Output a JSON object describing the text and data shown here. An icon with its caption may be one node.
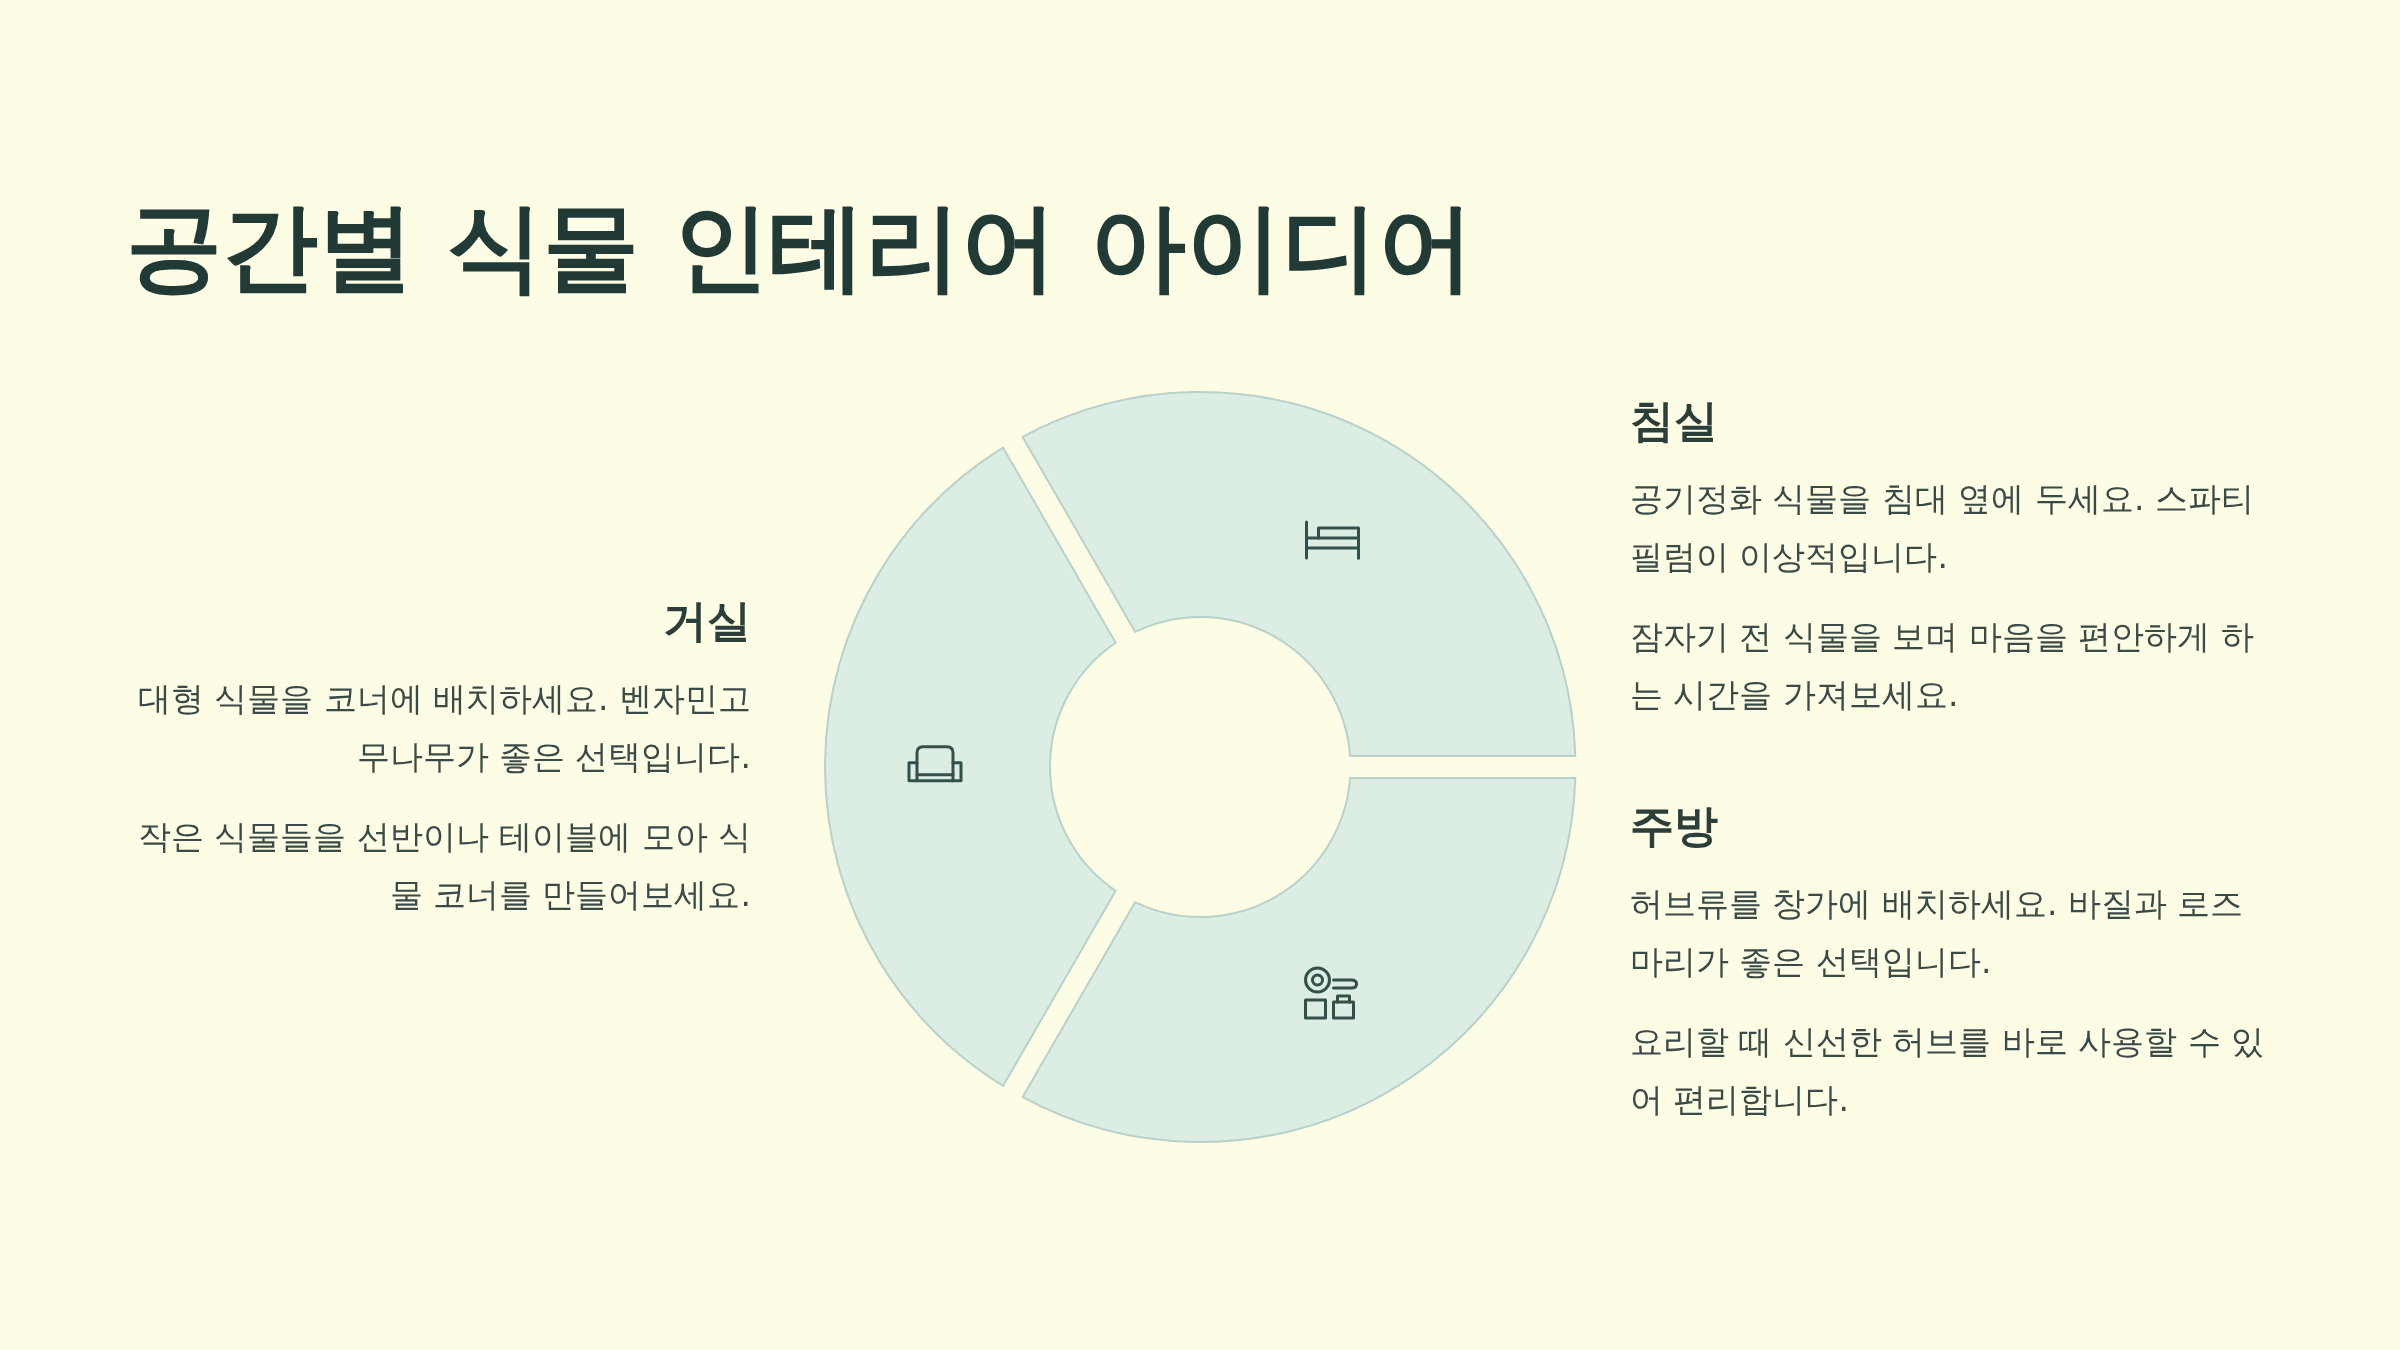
{
  "diagram": {
    "title": "공간별 식물 인테리어 아이디어",
    "nodes": [
      {
        "text": [],
        "shape": "arc",
        "beside": [
          "거실",
          "대형 식물을 코너에 배치하세요. 벤자민고무나무가 좋은 선택입니다.",
          "작은 식물들을 선반이나 테이블에 모아 식물 코너를 만들어보세요."
        ]
      },
      {
        "text": [],
        "shape": "arc",
        "beside": [
          "침실",
          "공기정화 식물을 침대 옆에 두세요. 스파티필럼이 이상적입니다.",
          "잠자기 전 식물을 보며 마음을 편안하게 하는 시간을 가져보세요."
        ]
      },
      {
        "text": [],
        "shape": "arc",
        "beside": [
          "주방",
          "허브류를 창가에 배치하세요. 바질과 로즈마리가 좋은 선택입니다.",
          "요리할 때 신선한 허브를 바로 사용할 수 있어 편리합니다."
        ]
      }
    ]
  }
}
